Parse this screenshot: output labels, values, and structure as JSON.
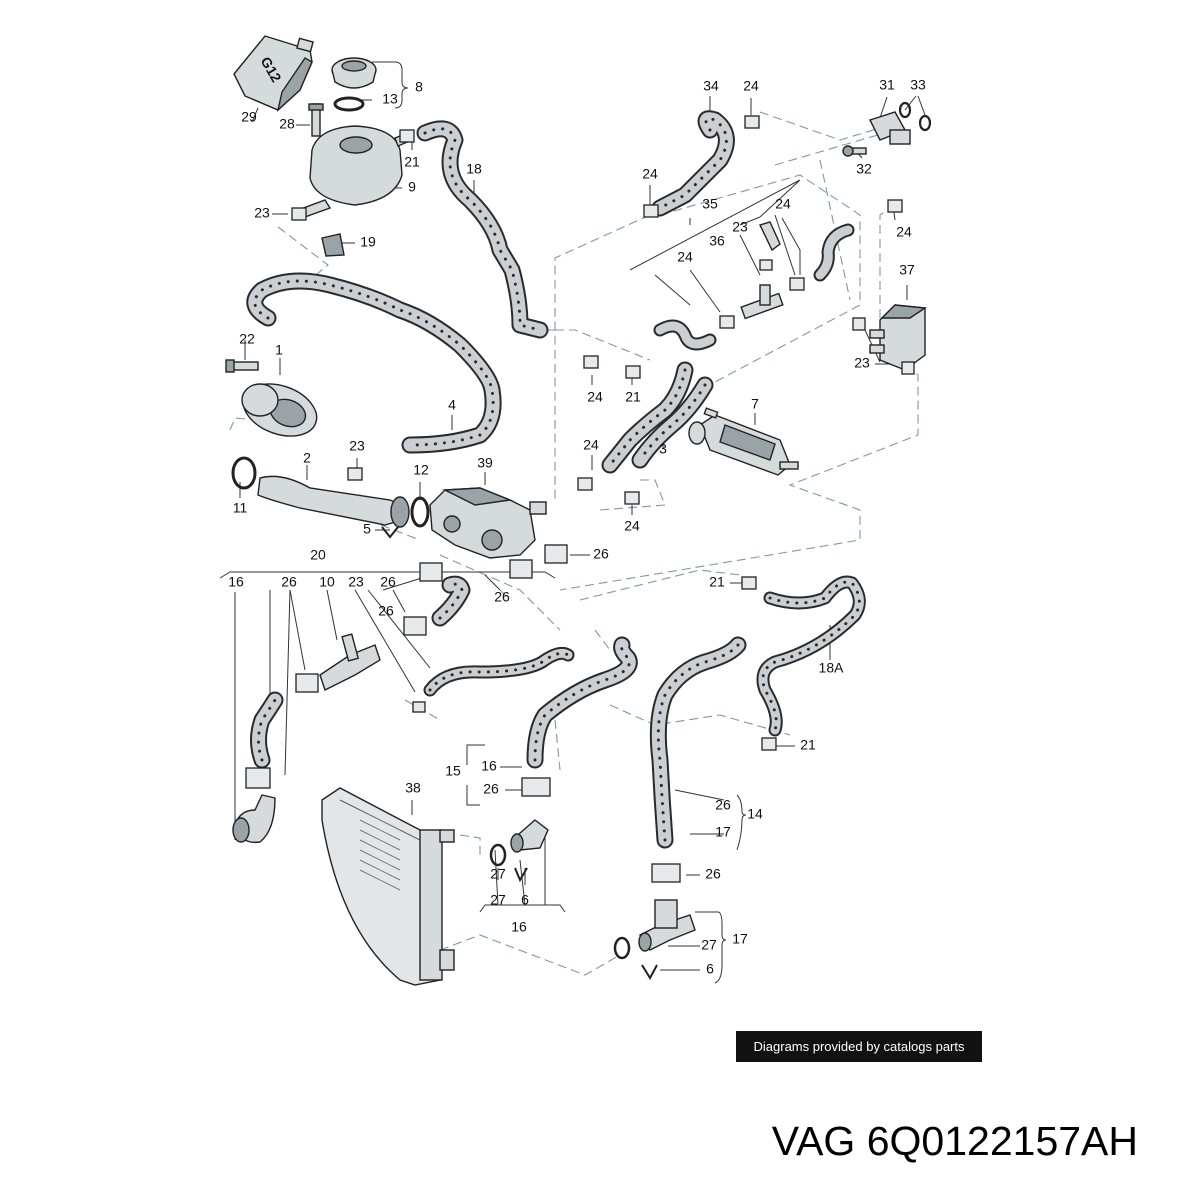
{
  "caption": {
    "watermark": "Diagrams provided by catalogs parts",
    "brand": "VAG",
    "part_number": "6Q0122157AH"
  },
  "callouts": {
    "c1": "1",
    "c2": "2",
    "c3": "3",
    "c4": "4",
    "c5": "5",
    "c6a": "6",
    "c6b": "6",
    "c7": "7",
    "c8": "8",
    "c9": "9",
    "c10": "10",
    "c11": "11",
    "c12": "12",
    "c13": "13",
    "c14": "14",
    "c15": "15",
    "c16a": "16",
    "c16b": "16",
    "c16c": "16",
    "c17a": "17",
    "c17b": "17",
    "c18": "18",
    "c18a": "18A",
    "c19": "19",
    "c20": "20",
    "c21a": "21",
    "c21b": "21",
    "c21c": "21",
    "c21d": "21",
    "c22": "22",
    "c23a": "23",
    "c23b": "23",
    "c23c": "23",
    "c23d": "23",
    "c23e": "23",
    "c24a": "24",
    "c24b": "24",
    "c24c": "24",
    "c24d": "24",
    "c24e": "24",
    "c24f": "24",
    "c24g": "24",
    "c24h": "24",
    "c26a": "26",
    "c26b": "26",
    "c26c": "26",
    "c26d": "26",
    "c26e": "26",
    "c26f": "26",
    "c26g": "26",
    "c26h": "26",
    "c27a": "27",
    "c27b": "27",
    "c27c": "27",
    "c28": "28",
    "c29": "29",
    "c31": "31",
    "c32": "32",
    "c33": "33",
    "c34": "34",
    "c35": "35",
    "c36": "36",
    "c37": "37",
    "c38": "38",
    "c39": "39"
  },
  "part_text": {
    "tank_marking": "G12"
  }
}
